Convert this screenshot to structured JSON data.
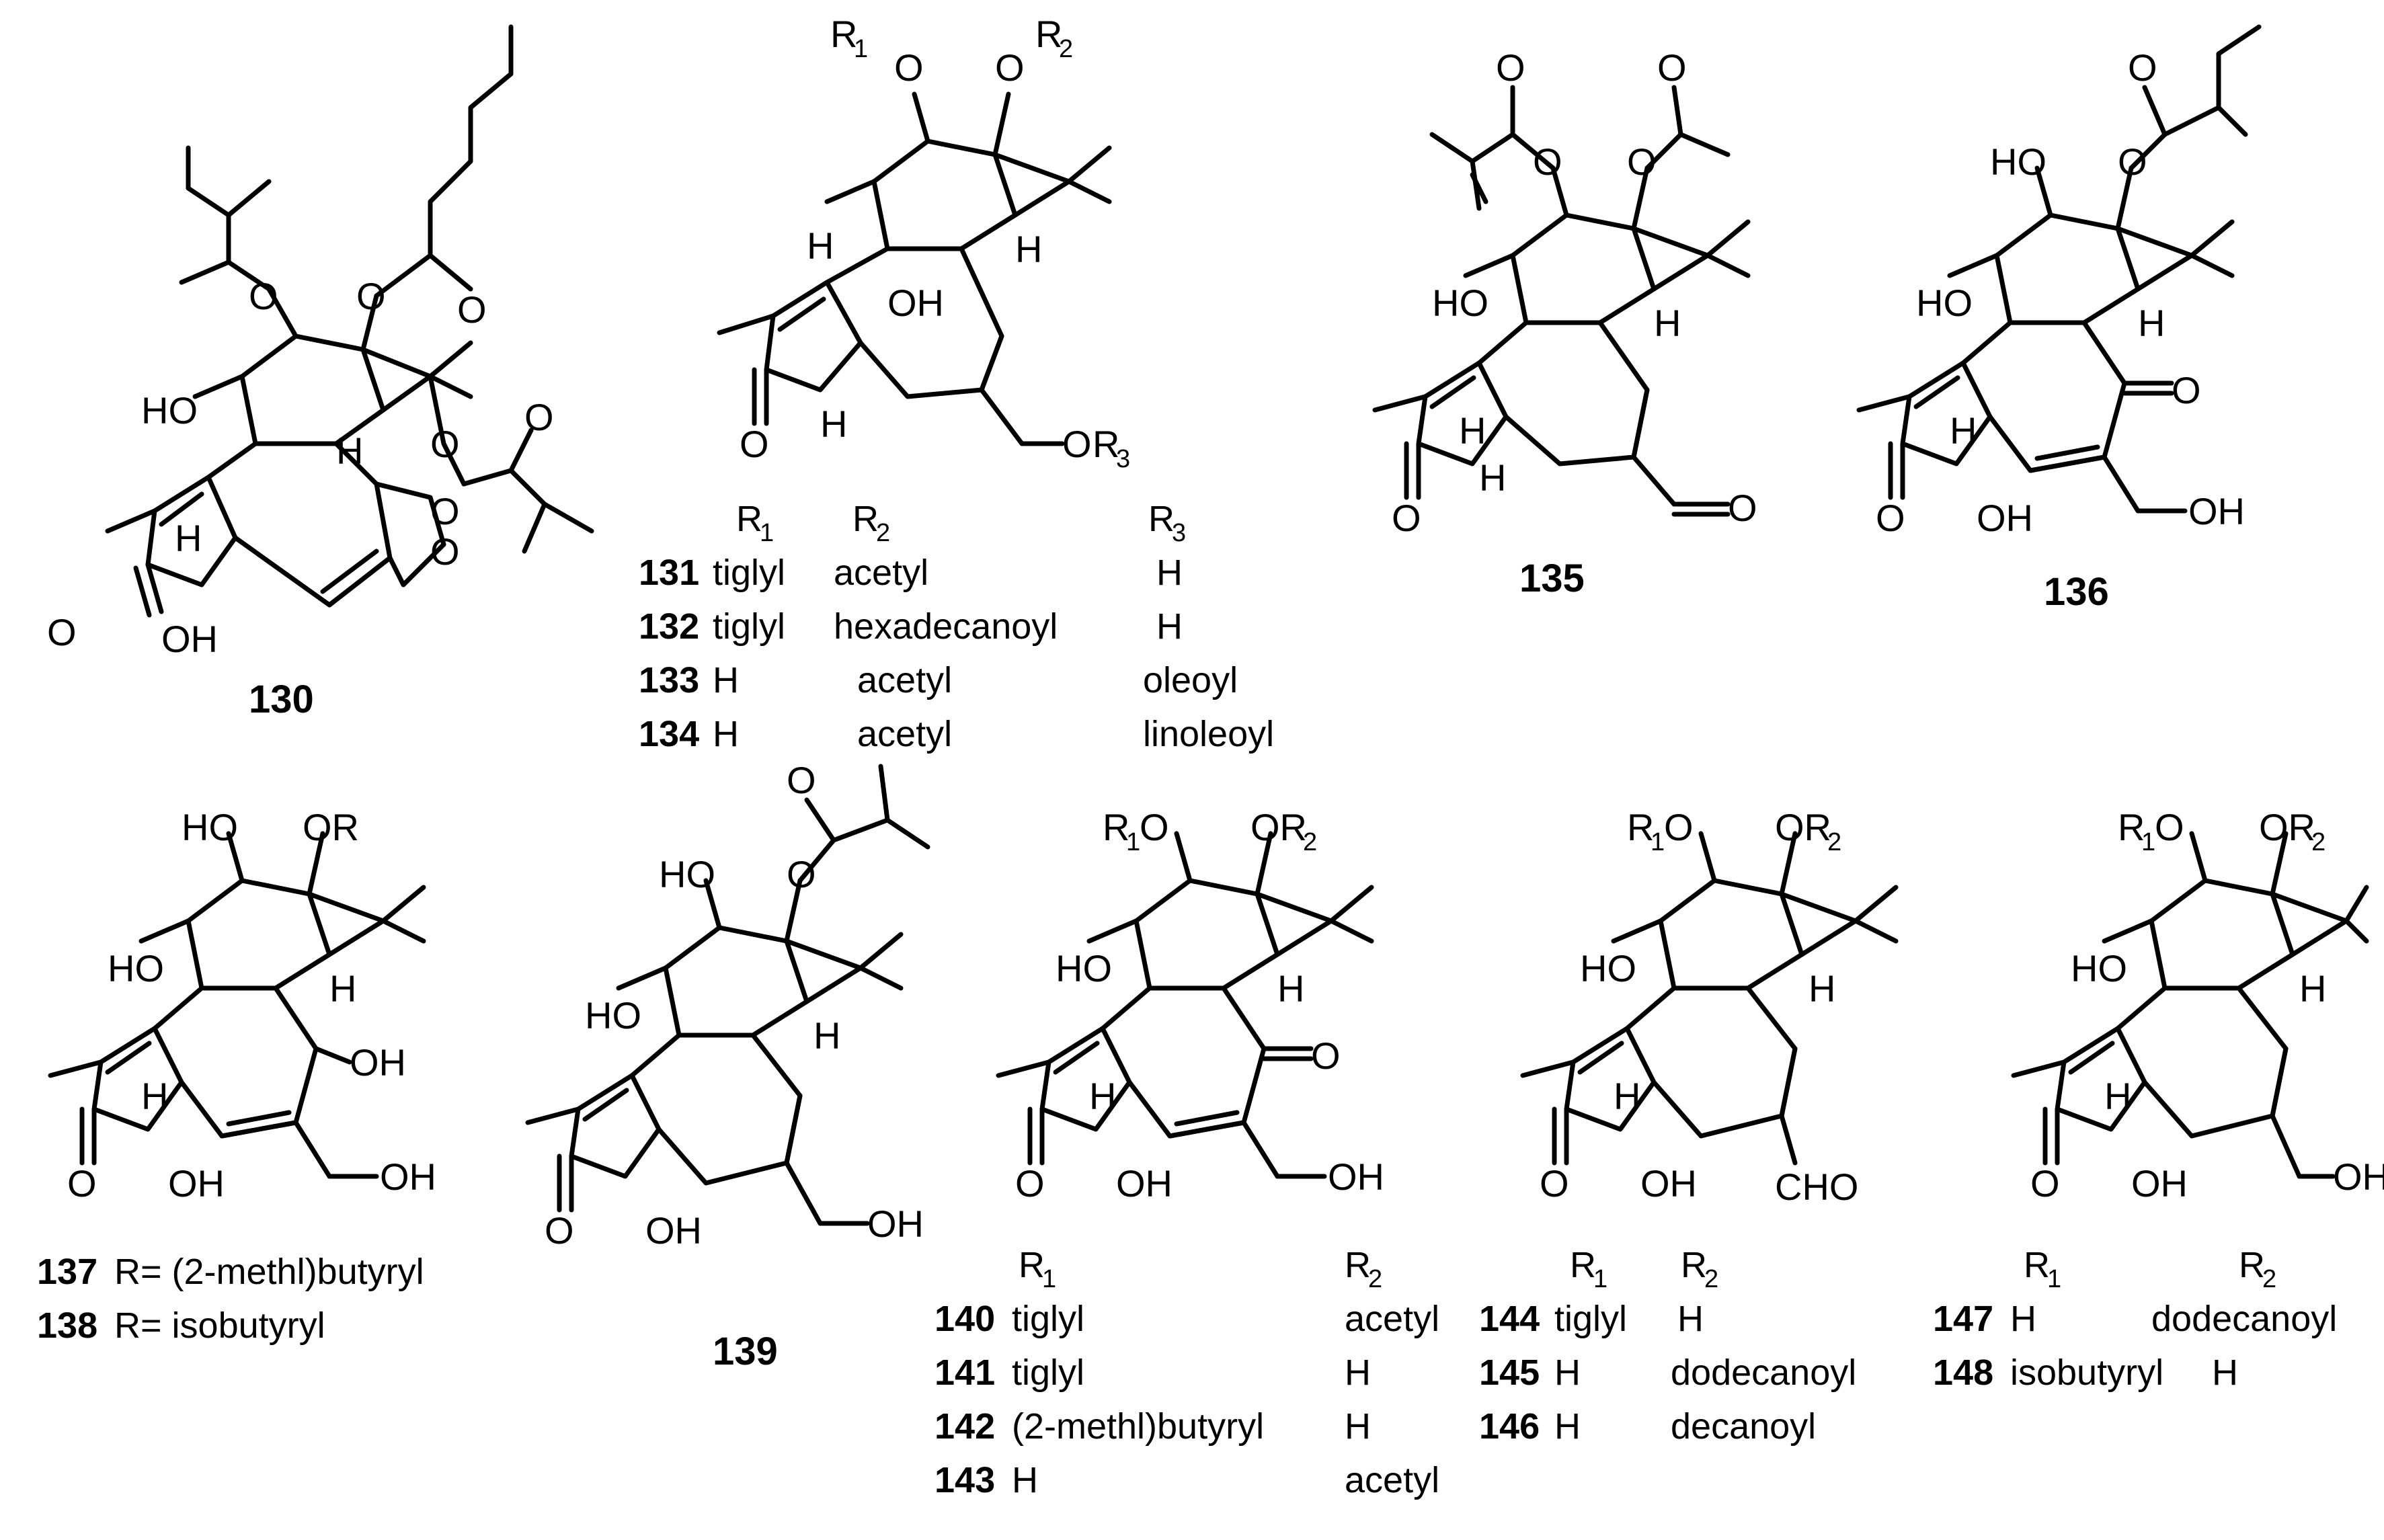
{
  "compounds": {
    "c130": {
      "id": "130"
    },
    "c131_134": {
      "headers": {
        "r1": "R",
        "r1_sub": "1",
        "r2": "R",
        "r2_sub": "2",
        "r3": "R",
        "r3_sub": "3"
      },
      "rows": [
        {
          "id": "131",
          "r1": "tiglyl",
          "r2": "acetyl",
          "r3": "H"
        },
        {
          "id": "132",
          "r1": "tiglyl",
          "r2": "hexadecanoyl",
          "r3": "H"
        },
        {
          "id": "133",
          "r1": "H",
          "r2": "acetyl",
          "r3": "oleoyl"
        },
        {
          "id": "134",
          "r1": "H",
          "r2": "acetyl",
          "r3": "linoleoyl"
        }
      ]
    },
    "c135": {
      "id": "135"
    },
    "c136": {
      "id": "136"
    },
    "c137_138": {
      "rows": [
        {
          "id": "137",
          "text": "R= (2-methl)butyryl"
        },
        {
          "id": "138",
          "text": "R= isobutyryl"
        }
      ]
    },
    "c139": {
      "id": "139"
    },
    "c140_143": {
      "headers": {
        "r1": "R",
        "r1_sub": "1",
        "r2": "R",
        "r2_sub": "2"
      },
      "rows": [
        {
          "id": "140",
          "r1": "tiglyl",
          "r2": "acetyl"
        },
        {
          "id": "141",
          "r1": "tiglyl",
          "r2": "H"
        },
        {
          "id": "142",
          "r1": "(2-methl)butyryl",
          "r2": "H"
        },
        {
          "id": "143",
          "r1": "H",
          "r2": "acetyl"
        }
      ]
    },
    "c144_146": {
      "headers": {
        "r1": "R",
        "r1_sub": "1",
        "r2": "R",
        "r2_sub": "2"
      },
      "rows": [
        {
          "id": "144",
          "r1": "tiglyl",
          "r2": "H"
        },
        {
          "id": "145",
          "r1": "H",
          "r2": "dodecanoyl"
        },
        {
          "id": "146",
          "r1": "H",
          "r2": "decanoyl"
        }
      ]
    },
    "c147_148": {
      "headers": {
        "r1": "R",
        "r1_sub": "1",
        "r2": "R",
        "r2_sub": "2"
      },
      "rows": [
        {
          "id": "147",
          "r1": "H",
          "r2": "dodecanoyl"
        },
        {
          "id": "148",
          "r1": "isobutyryl",
          "r2": "H"
        }
      ]
    }
  },
  "atoms": {
    "O": "O",
    "OH": "OH",
    "HO": "HO",
    "H": "H",
    "OR": "OR",
    "CHO": "CHO",
    "R": "R",
    "sub1": "1",
    "sub2": "2",
    "sub3": "3"
  }
}
